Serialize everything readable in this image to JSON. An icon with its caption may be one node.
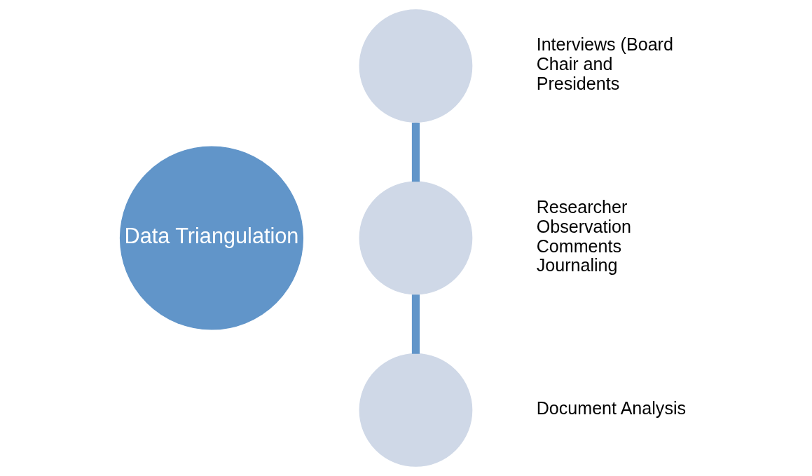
{
  "diagram": {
    "nodes": [
      {
        "text": [
          "Data Triangulation"
        ]
      },
      {
        "text": [],
        "shape": "circle",
        "beside": [
          "Interviews (Board Chair and Presidents"
        ]
      },
      {
        "text": [],
        "shape": "circle",
        "beside": [
          "Researcher Observation Comments Journaling"
        ]
      },
      {
        "text": [],
        "shape": "circle",
        "beside": [
          "Document Analysis"
        ]
      }
    ],
    "edges": [
      {
        "from": 1,
        "to": 2,
        "arrow": "none"
      },
      {
        "from": 2,
        "to": 3,
        "arrow": "none"
      }
    ]
  }
}
